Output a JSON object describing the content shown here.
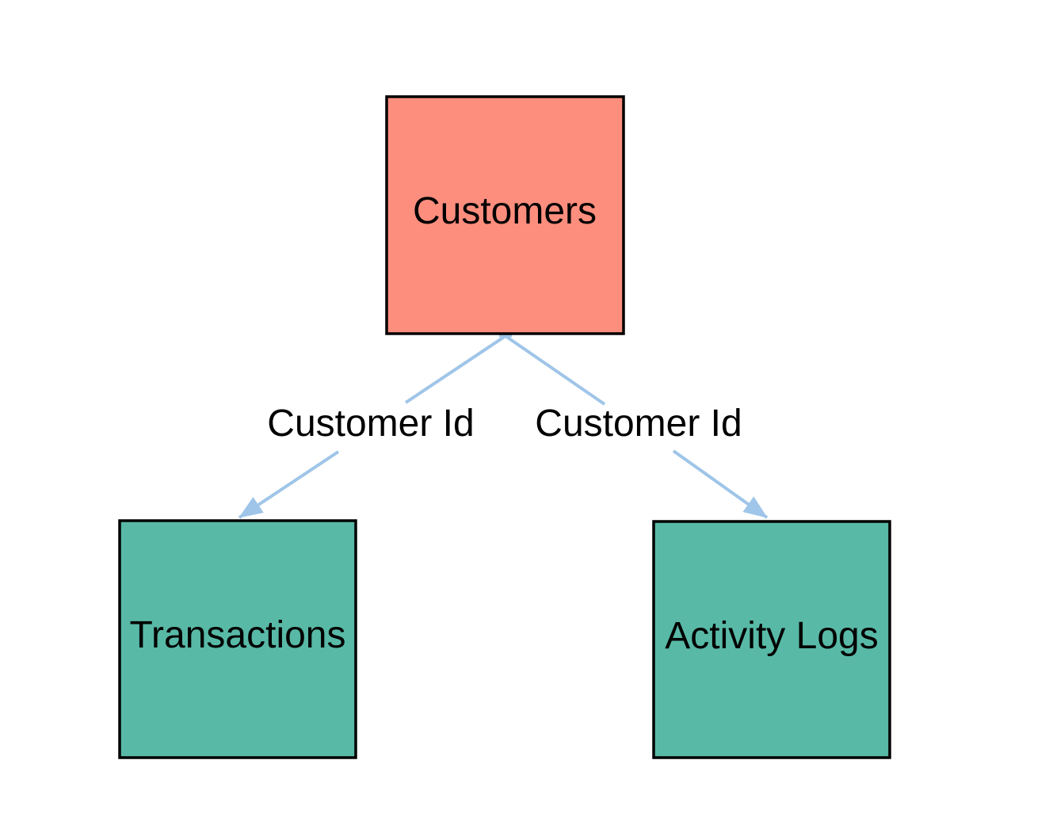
{
  "diagram": {
    "nodes": [
      {
        "label": "Customers",
        "fill": "#FD8E7E"
      },
      {
        "label": "Transactions",
        "fill": "#58B9A6"
      },
      {
        "label": "Activity Logs",
        "fill": "#58B9A6"
      }
    ],
    "edges": [
      {
        "from": "Customers",
        "to": "Transactions",
        "label": "Customer Id"
      },
      {
        "from": "Customers",
        "to": "Activity Logs",
        "label": "Customer Id"
      }
    ],
    "colors": {
      "connector": "#9FC5E8",
      "node_border": "#000000",
      "label_text": "#000000",
      "background": "#FFFFFF"
    }
  }
}
